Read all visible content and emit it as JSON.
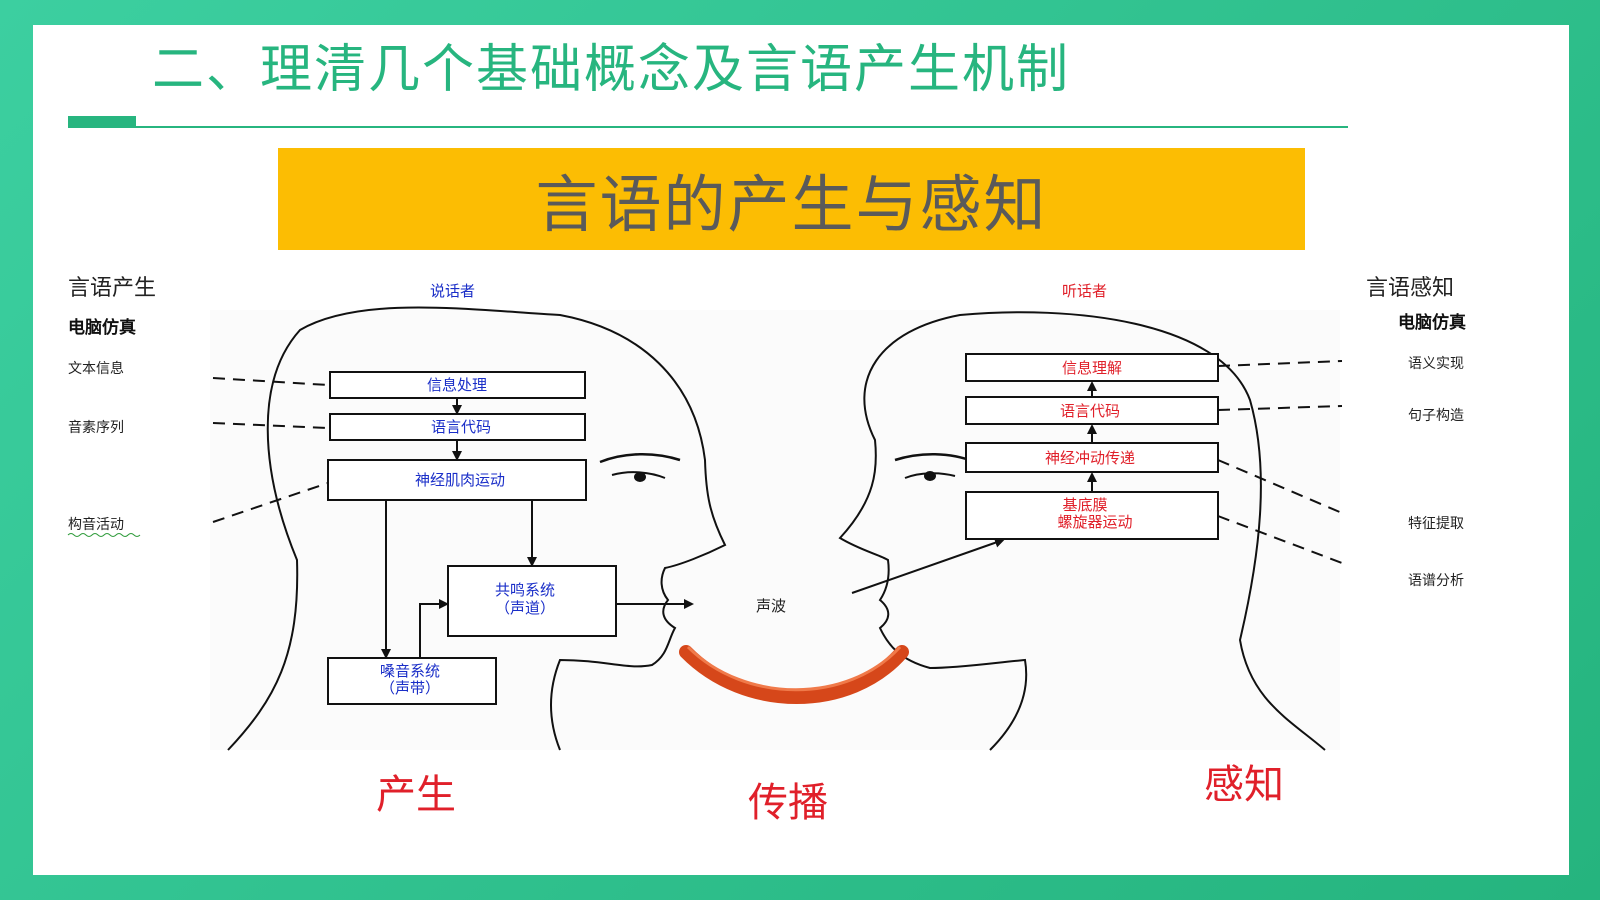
{
  "slide_title": "二、理清几个基础概念及言语产生机制",
  "banner_title": "言语的产生与感知",
  "colors": {
    "accent": "#27b57f",
    "banner": "#fcbd03",
    "arc": "#d6471a",
    "blue": "#1a2ec8",
    "red": "#e0202a"
  },
  "production": {
    "heading": "言语产生",
    "sim_label": "电脑仿真",
    "speaker_label": "说话者",
    "levels": [
      "文本信息",
      "音素序列",
      "构音活动"
    ],
    "boxes": {
      "info": "信息处理",
      "code": "语言代码",
      "neuro": "神经肌肉运动",
      "resonance_1": "共鸣系统",
      "resonance_2": "（声道）",
      "noise_1": "嗓音系统",
      "noise_2": "（声带）"
    },
    "stage": "产生"
  },
  "propagation": {
    "wave_label": "声波",
    "stage": "传播"
  },
  "perception": {
    "heading": "言语感知",
    "sim_label": "电脑仿真",
    "listener_label": "听话者",
    "levels": [
      "语义实现",
      "句子构造",
      "特征提取",
      "语谱分析"
    ],
    "boxes": {
      "understand": "信息理解",
      "code": "语言代码",
      "neuro": "神经冲动传递",
      "basilar_1": "基底膜",
      "basilar_2": "螺旋器运动"
    },
    "stage": "感知"
  }
}
